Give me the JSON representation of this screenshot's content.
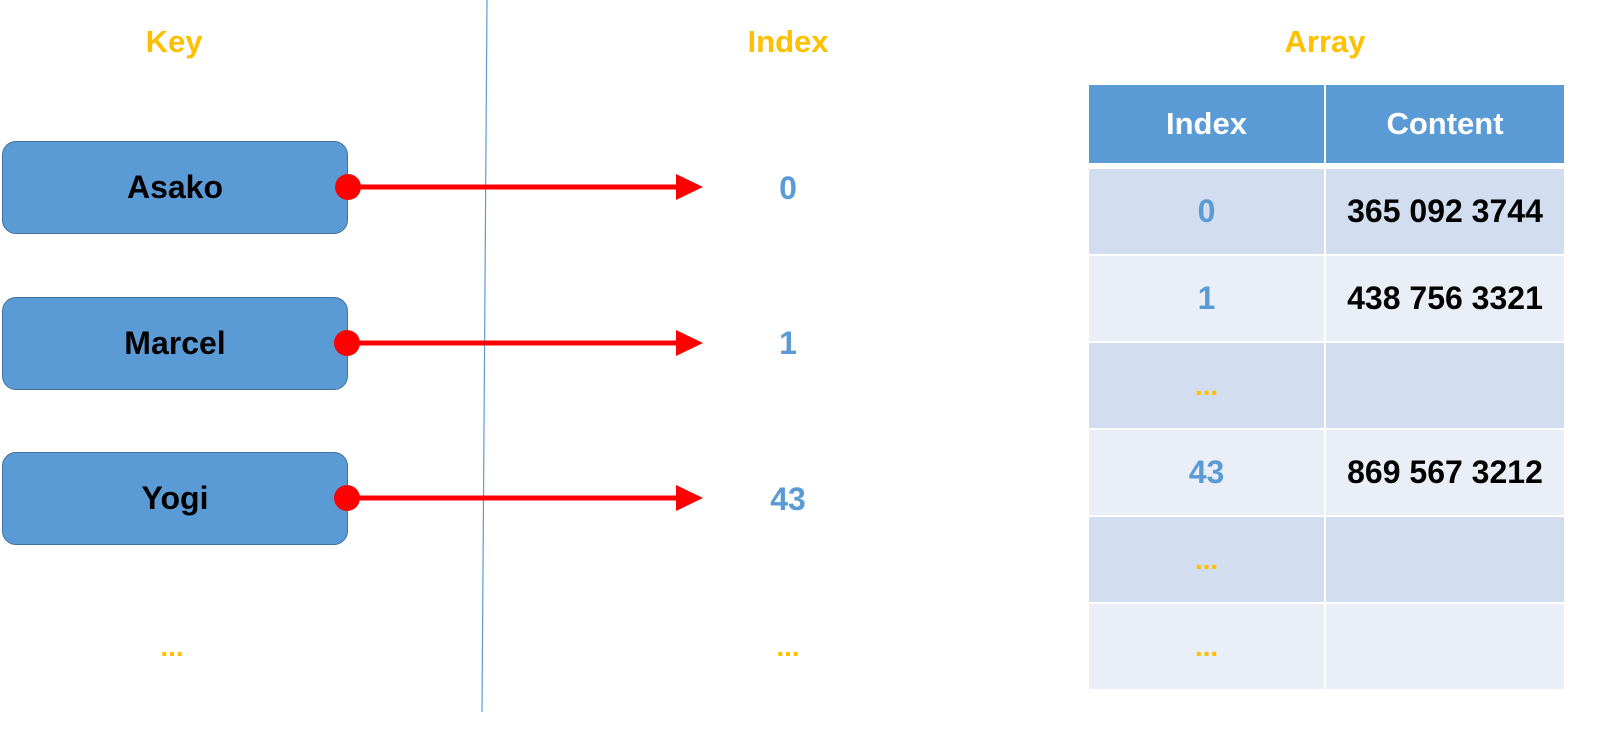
{
  "headings": {
    "key": "Key",
    "index": "Index",
    "array": "Array"
  },
  "keys": [
    "Asako",
    "Marcel",
    "Yogi"
  ],
  "indices": [
    "0",
    "1",
    "43"
  ],
  "ellipsis": "...",
  "table": {
    "headers": [
      "Index",
      "Content"
    ],
    "rows": [
      {
        "index": "0",
        "content": "365 092 3744"
      },
      {
        "index": "1",
        "content": "438 756 3321"
      },
      {
        "index": "...",
        "content": ""
      },
      {
        "index": "43",
        "content": "869 567 3212"
      },
      {
        "index": "...",
        "content": ""
      },
      {
        "index": "...",
        "content": ""
      }
    ]
  },
  "colors": {
    "heading": "#ffc000",
    "box_fill": "#5b9bd5",
    "arrow": "#ff0000",
    "index_text": "#5b9bd5",
    "row_dark": "#d2deef",
    "row_light": "#eaeff7"
  }
}
